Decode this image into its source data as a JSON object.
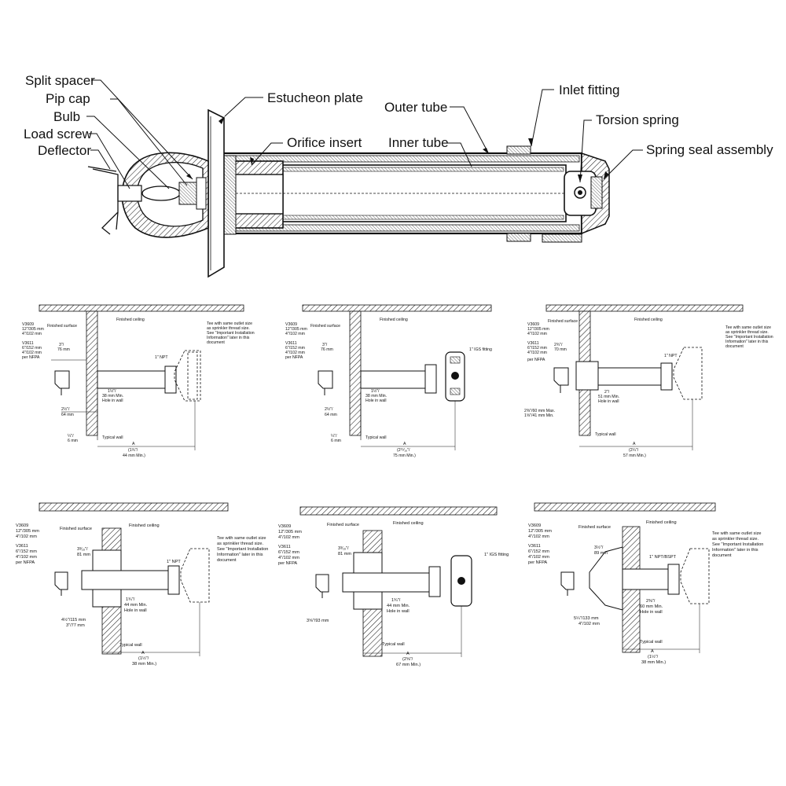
{
  "main_diagram": {
    "labels": {
      "split_spacer": "Split spacer",
      "pip_cap": "Pip cap",
      "bulb": "Bulb",
      "load_screw": "Load screw",
      "deflector": "Deflector",
      "escutcheon_plate": "Estucheon plate",
      "orifice_insert": "Orifice insert",
      "outer_tube": "Outer tube",
      "inner_tube": "Inner tube",
      "inlet_fitting": "Inlet fitting",
      "torsion_spring": "Torsion spring",
      "spring_seal_assembly": "Spring seal assembly"
    }
  },
  "panels": [
    {
      "finished_ceiling": "Finished ceiling",
      "finished_surface": "Finished surface",
      "v3609": "V3609",
      "v3609_a": "12\"/305 mm",
      "v3609_b": "4\"/102 mm",
      "v3611": "V3611",
      "v3611_a": "6\"/152 mm",
      "v3611_b": "4\"/102 mm",
      "nfpa": "per NFPA",
      "dim_top": "3\"/",
      "dim_top_mm": "76 mm",
      "fitting": "1\" NPT",
      "hole": "1½\"/",
      "hole_mm": "38 mm Min.",
      "hole_note": "Hole in wall",
      "dim_bottom": "2½\"/",
      "dim_bottom_mm": "64 mm",
      "dim_small": "¼\"/",
      "dim_small_mm": "6 mm",
      "typical_wall": "Typical wall",
      "a_label": "A",
      "a_value": "(1¾\"/",
      "a_value_mm": "44 mm Min.)",
      "tee_1": "Tee with same outlet size",
      "tee_2": "as sprinkler thread size.",
      "tee_3": "See \"Important Installation",
      "tee_4": "Information\" later in this",
      "tee_5": "document"
    },
    {
      "finished_ceiling": "Finished ceiling",
      "finished_surface": "Finished surface",
      "v3609": "V3609",
      "v3609_a": "12\"/305 mm",
      "v3609_b": "4\"/102 mm",
      "v3611": "V3611",
      "v3611_a": "6\"/152 mm",
      "v3611_b": "4\"/102 mm",
      "nfpa": "per NFPA",
      "dim_top": "3\"/",
      "dim_top_mm": "76 mm",
      "fitting": "1\" IGS fitting",
      "hole": "1½\"/",
      "hole_mm": "38 mm Min.",
      "hole_note": "Hole in wall",
      "dim_bottom": "2½\"/",
      "dim_bottom_mm": "64 mm",
      "dim_small": "¼\"/",
      "dim_small_mm": "6 mm",
      "typical_wall": "Typical wall",
      "a_label": "A",
      "a_value": "(2¹⁵⁄₁₆\"/",
      "a_value_mm": "75 mm Min.)"
    },
    {
      "finished_ceiling": "Finished ceiling",
      "finished_surface": "Finished surface",
      "v3609": "V3609",
      "v3609_a": "12\"/305 mm",
      "v3609_b": "4\"/102 mm",
      "v3611": "V3611",
      "v3611_a": "6\"/152 mm",
      "v3611_b": "4\"/102 mm",
      "nfpa": "per NFPA",
      "dim_top": "2¾\"/",
      "dim_top_mm": "70 mm",
      "fitting": "1\" NPT",
      "hole": "2\"/",
      "hole_mm": "51 mm Min.",
      "hole_note": "Hole in wall",
      "dim_bottom": "2⅜\"/60 mm Max.",
      "dim_bottom_mm": "1⅝\"/41 mm Min.",
      "typical_wall": "Typical wall",
      "a_label": "A",
      "a_value": "(2¼\"/",
      "a_value_mm": "57 mm Min.)",
      "tee_1": "Tee with same outlet size",
      "tee_2": "as sprinkler thread size.",
      "tee_3": "See \"Important Installation",
      "tee_4": "Information\" later in this",
      "tee_5": "document"
    },
    {
      "finished_ceiling": "Finished ceiling",
      "finished_surface": "Finished surface",
      "v3609": "V3609",
      "v3609_a": "12\"/305 mm",
      "v3609_b": "4\"/102 mm",
      "v3611": "V3611",
      "v3611_a": "6\"/152 mm",
      "v3611_b": "4\"/102 mm",
      "nfpa": "per NFPA",
      "dim_top": "3³⁄₁₆\"/",
      "dim_top_mm": "81 mm",
      "fitting": "1\" NPT",
      "hole": "1¾\"/",
      "hole_mm": "44 mm Min.",
      "hole_note": "Hole in wall",
      "dim_bottom": "4½\"/115 mm",
      "dim_bottom_mm": "3\"/77 mm",
      "typical_wall": "Typical wall",
      "a_label": "A",
      "a_value": "(1½\"/",
      "a_value_mm": "38 mm Min.)",
      "tee_1": "Tee with same outlet size",
      "tee_2": "as sprinkler thread size.",
      "tee_3": "See \"Important Installation",
      "tee_4": "Information\" later in this",
      "tee_5": "document"
    },
    {
      "finished_ceiling": "Finished ceiling",
      "finished_surface": "Finished surface",
      "v3609": "V3609",
      "v3609_a": "12\"/305 mm",
      "v3609_b": "4\"/102 mm",
      "v3611": "V3611",
      "v3611_a": "6\"/152 mm",
      "v3611_b": "4\"/102 mm",
      "nfpa": "per NFPA",
      "dim_top": "3³⁄₁₆\"/",
      "dim_top_mm": "81 mm",
      "fitting": "1\" IGS fitting",
      "hole": "1¾\"/",
      "hole_mm": "44 mm Min.",
      "hole_note": "Hole in wall",
      "dim_bottom": "3⅝\"/93 mm",
      "typical_wall": "Typical wall",
      "a_label": "A",
      "a_value": "(2⅝\"/",
      "a_value_mm": "67 mm Min.)"
    },
    {
      "finished_ceiling": "Finished ceiling",
      "finished_surface": "Finished surface",
      "v3609": "V3609",
      "v3609_a": "12\"/305 mm",
      "v3609_b": "4\"/102 mm",
      "v3611": "V3611",
      "v3611_a": "6\"/152 mm",
      "v3611_b": "4\"/102 mm",
      "nfpa": "per NFPA",
      "dim_top": "3½\"/",
      "dim_top_mm": "89 mm",
      "fitting": "1\" NPT/BSPT",
      "hole": "2⅜\"/",
      "hole_mm": "60 mm Min.",
      "hole_note": "Hole in wall",
      "dim_bottom": "5¼\"/133 mm",
      "dim_bottom_mm": "4\"/102 mm",
      "typical_wall": "Typical wall",
      "a_label": "A",
      "a_value": "(1½\"/",
      "a_value_mm": "38 mm Min.)",
      "tee_1": "Tee with same outlet size",
      "tee_2": "as sprinkler thread size.",
      "tee_3": "See \"Important Installation",
      "tee_4": "Information\" later in this",
      "tee_5": "document"
    }
  ]
}
